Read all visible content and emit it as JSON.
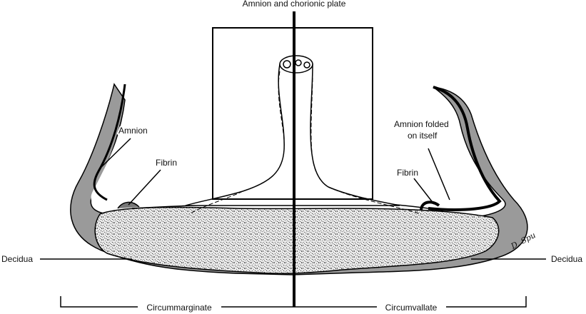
{
  "labels": {
    "top": "Amnion and chorionic plate",
    "amnion": "Amnion",
    "fibrin_left": "Fibrin",
    "amnion_folded_line1": "Amnion folded",
    "amnion_folded_line2": "on itself",
    "fibrin_right": "Fibrin",
    "decidua_left": "Decidua",
    "decidua_right": "Decidua",
    "circummarginate": "Circummarginate",
    "circumvallate": "Circumvallate"
  },
  "signature": "D. Spu",
  "colors": {
    "decidua_gray": "#9a9a9a",
    "placenta_texture": "#8f8f8f",
    "line": "#000000"
  }
}
